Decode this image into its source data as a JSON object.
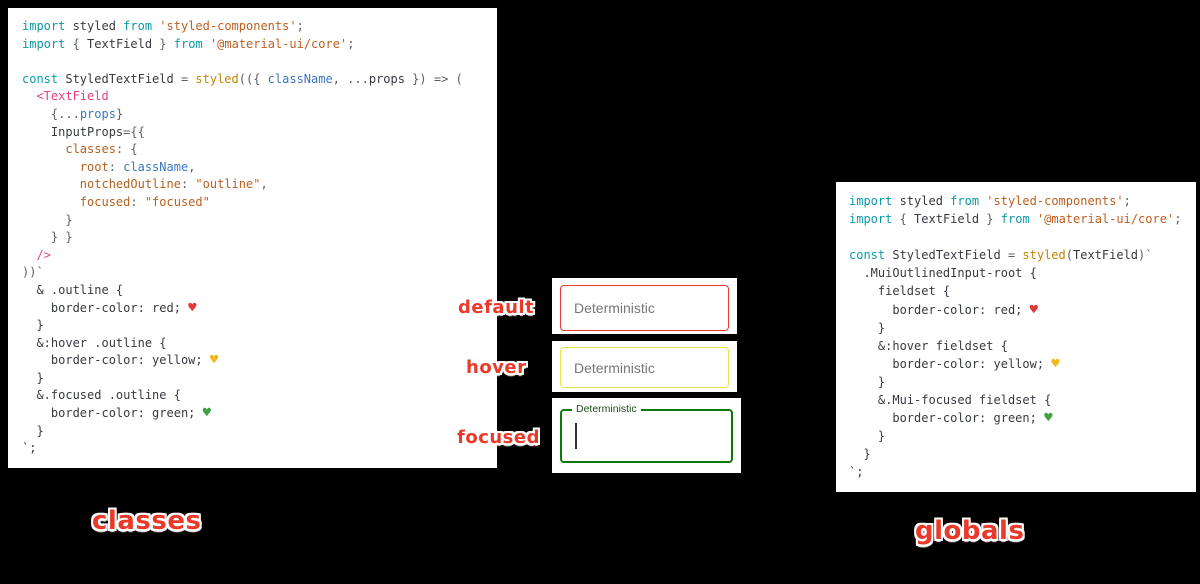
{
  "captions": {
    "left": "classes",
    "right": "globals"
  },
  "colors": {
    "background": "#000000",
    "code_background": "#ffffff",
    "label_red": "#e9392a",
    "keyword_teal": "#0c9aa5",
    "string_orange": "#bf5e1f",
    "tag_pink": "#e0447f",
    "variable_blue": "#3a77c2",
    "heart_red": "#e53935",
    "heart_yellow": "#f3b820",
    "heart_green": "#43a047"
  },
  "fields": {
    "default": {
      "label": "default",
      "value": "Deterministic",
      "border": "#e53935"
    },
    "hover": {
      "label": "hover",
      "value": "Deterministic",
      "border": "#e9e04b"
    },
    "focused": {
      "label": "focused",
      "notch_label": "Deterministic",
      "border": "#0b7a0b"
    }
  },
  "left_code": {
    "lines": [
      [
        [
          "kw",
          "import"
        ],
        [
          "pln",
          " styled "
        ],
        [
          "kw",
          "from"
        ],
        [
          "pln",
          " "
        ],
        [
          "str",
          "'styled-components'"
        ],
        [
          "pun",
          ";"
        ]
      ],
      [
        [
          "kw",
          "import"
        ],
        [
          "pun",
          " { "
        ],
        [
          "pln",
          "TextField"
        ],
        [
          "pun",
          " } "
        ],
        [
          "kw",
          "from"
        ],
        [
          "pln",
          " "
        ],
        [
          "str",
          "'@material-ui/core'"
        ],
        [
          "pun",
          ";"
        ]
      ],
      [],
      [
        [
          "kw",
          "const"
        ],
        [
          "pln",
          " StyledTextField "
        ],
        [
          "pun",
          "= "
        ],
        [
          "fn",
          "styled"
        ],
        [
          "pun",
          "(({ "
        ],
        [
          "var",
          "className"
        ],
        [
          "pun",
          ", ..."
        ],
        [
          "pln",
          "props"
        ],
        [
          "pun",
          " }) => ("
        ]
      ],
      [
        [
          "pln",
          "  "
        ],
        [
          "tag",
          "<TextField"
        ]
      ],
      [
        [
          "pln",
          "    "
        ],
        [
          "pun",
          "{..."
        ],
        [
          "var",
          "props"
        ],
        [
          "pun",
          "}"
        ]
      ],
      [
        [
          "pln",
          "    InputProps"
        ],
        [
          "pun",
          "={{"
        ]
      ],
      [
        [
          "pln",
          "      "
        ],
        [
          "attr",
          "classes"
        ],
        [
          "pun",
          ": {"
        ]
      ],
      [
        [
          "pln",
          "        "
        ],
        [
          "attr",
          "root"
        ],
        [
          "pun",
          ": "
        ],
        [
          "var",
          "className"
        ],
        [
          "pun",
          ","
        ]
      ],
      [
        [
          "pln",
          "        "
        ],
        [
          "attr",
          "notchedOutline"
        ],
        [
          "pun",
          ": "
        ],
        [
          "str",
          "\"outline\""
        ],
        [
          "pun",
          ","
        ]
      ],
      [
        [
          "pln",
          "        "
        ],
        [
          "attr",
          "focused"
        ],
        [
          "pun",
          ": "
        ],
        [
          "str",
          "\"focused\""
        ]
      ],
      [
        [
          "pun",
          "      }"
        ]
      ],
      [
        [
          "pun",
          "    } }"
        ]
      ],
      [
        [
          "pln",
          "  "
        ],
        [
          "tag",
          "/>"
        ]
      ],
      [
        [
          "pun",
          "))`"
        ]
      ],
      [
        [
          "pln",
          "  & .outline {"
        ]
      ],
      [
        [
          "pln",
          "    border-color: red; "
        ],
        [
          "hr",
          "♥"
        ]
      ],
      [
        [
          "pln",
          "  }"
        ]
      ],
      [
        [
          "pln",
          "  &:hover .outline {"
        ]
      ],
      [
        [
          "pln",
          "    border-color: yellow; "
        ],
        [
          "hy",
          "♥"
        ]
      ],
      [
        [
          "pln",
          "  }"
        ]
      ],
      [
        [
          "pln",
          "  &.focused .outline {"
        ]
      ],
      [
        [
          "pln",
          "    border-color: green; "
        ],
        [
          "hg",
          "♥"
        ]
      ],
      [
        [
          "pln",
          "  }"
        ]
      ],
      [
        [
          "pln",
          "`;"
        ]
      ]
    ]
  },
  "right_code": {
    "lines": [
      [
        [
          "kw",
          "import"
        ],
        [
          "pln",
          " styled "
        ],
        [
          "kw",
          "from"
        ],
        [
          "pln",
          " "
        ],
        [
          "str",
          "'styled-components'"
        ],
        [
          "pun",
          ";"
        ]
      ],
      [
        [
          "kw",
          "import"
        ],
        [
          "pun",
          " { "
        ],
        [
          "pln",
          "TextField"
        ],
        [
          "pun",
          " } "
        ],
        [
          "kw",
          "from"
        ],
        [
          "pln",
          " "
        ],
        [
          "str",
          "'@material-ui/core'"
        ],
        [
          "pun",
          ";"
        ]
      ],
      [],
      [
        [
          "kw",
          "const"
        ],
        [
          "pln",
          " StyledTextField "
        ],
        [
          "pun",
          "= "
        ],
        [
          "fn",
          "styled"
        ],
        [
          "pun",
          "("
        ],
        [
          "pln",
          "TextField"
        ],
        [
          "pun",
          ")`"
        ]
      ],
      [
        [
          "pln",
          "  .MuiOutlinedInput-root {"
        ]
      ],
      [
        [
          "pln",
          "    fieldset {"
        ]
      ],
      [
        [
          "pln",
          "      border-color: red; "
        ],
        [
          "hr",
          "♥"
        ]
      ],
      [
        [
          "pln",
          "    }"
        ]
      ],
      [
        [
          "pln",
          "    &:hover fieldset {"
        ]
      ],
      [
        [
          "pln",
          "      border-color: yellow; "
        ],
        [
          "hy",
          "♥"
        ]
      ],
      [
        [
          "pln",
          "    }"
        ]
      ],
      [
        [
          "pln",
          "    &.Mui-focused fieldset {"
        ]
      ],
      [
        [
          "pln",
          "      border-color: green; "
        ],
        [
          "hg",
          "♥"
        ]
      ],
      [
        [
          "pln",
          "    }"
        ]
      ],
      [
        [
          "pln",
          "  }"
        ]
      ],
      [
        [
          "pln",
          "`;"
        ]
      ]
    ]
  }
}
